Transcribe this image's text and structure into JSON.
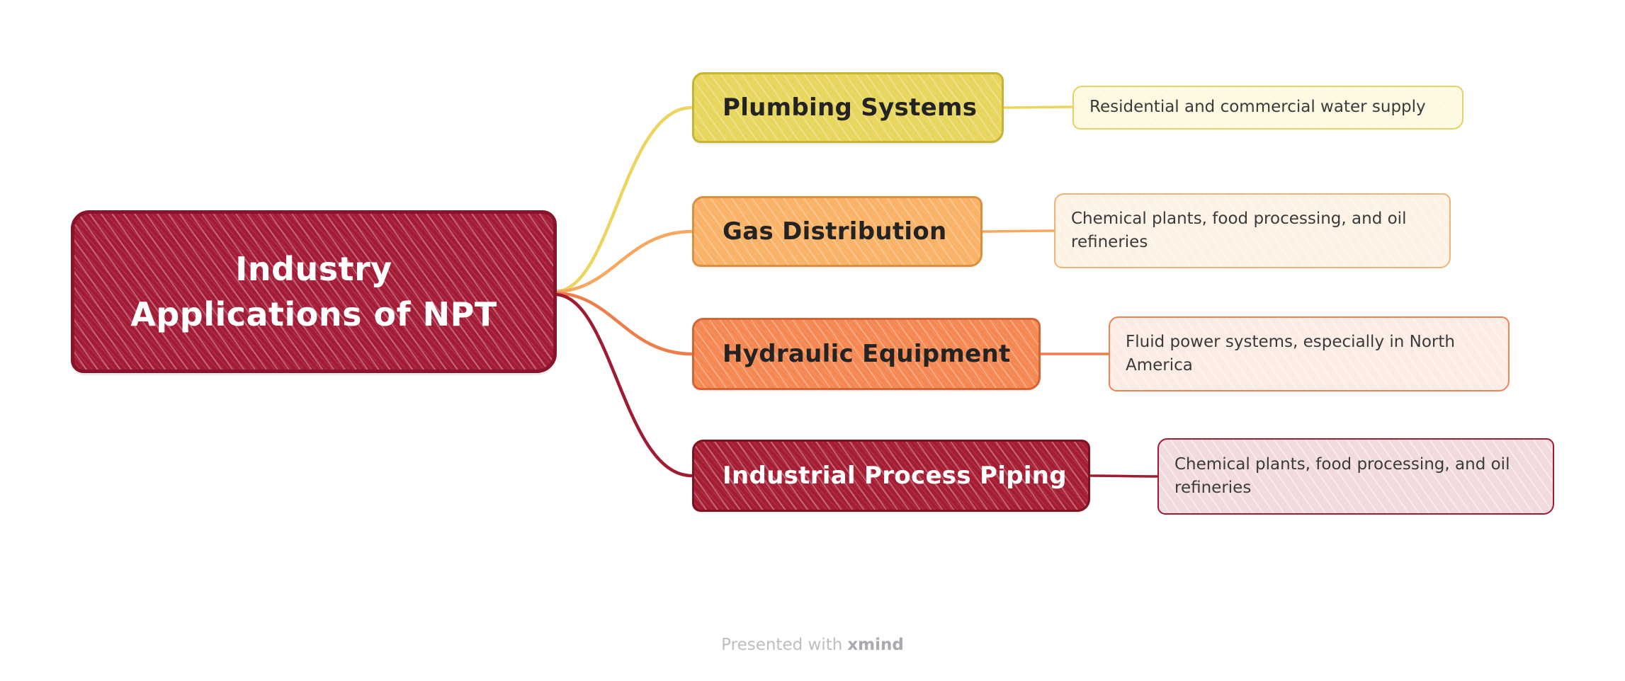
{
  "root": {
    "label": "Industry\nApplications of NPT",
    "fill": "#a31c36",
    "border": "#87142a",
    "text_color": "#ffffff"
  },
  "branches": [
    {
      "label": "Plumbing Systems",
      "note": "Residential and commercial water supply",
      "line": "#ecd45f",
      "topic_fill": "#e8d55c",
      "topic_border": "#c9b335",
      "topic_text": "#232323",
      "note_fill": "#fdf9e1",
      "note_border": "#e5d264",
      "note_text": "#3a3a3a"
    },
    {
      "label": "Gas Distribution",
      "note": "Chemical plants, food processing, and oil refineries",
      "line": "#f6a85e",
      "topic_fill": "#f9b266",
      "topic_border": "#dd8f3d",
      "topic_text": "#232323",
      "note_fill": "#fdf2e3",
      "note_border": "#f3b276",
      "note_text": "#3a3a3a"
    },
    {
      "label": "Hydraulic Equipment",
      "note": "Fluid power systems, especially in North America",
      "line": "#ef7d49",
      "topic_fill": "#f58851",
      "topic_border": "#d66330",
      "topic_text": "#232323",
      "note_fill": "#fdece4",
      "note_border": "#ef8355",
      "note_text": "#3a3a3a"
    },
    {
      "label": "Industrial Process Piping",
      "note": "Chemical plants, food processing, and oil refineries",
      "line": "#a01b31",
      "topic_fill": "#a51d33",
      "topic_border": "#7e1222",
      "topic_text": "#ffffff",
      "note_fill": "#f2dbde",
      "note_border": "#9e1b31",
      "note_text": "#3a3a3a"
    }
  ],
  "footer": {
    "prefix": "Presented with",
    "brand": "xmind"
  }
}
